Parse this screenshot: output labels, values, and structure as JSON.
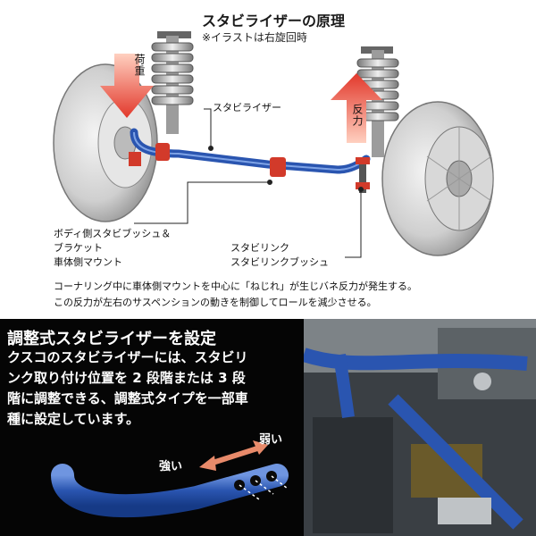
{
  "diagram": {
    "title": "スタビライザーの原理",
    "subtitle": "※イラストは右旋回時",
    "label_load": "荷重",
    "label_reaction": "反力",
    "label_stabilizer": "スタビライザー",
    "label_body_bush_1": "ボディ側スタビブッシュ＆",
    "label_body_bush_2": "ブラケット",
    "label_body_bush_3": "車体側マウント",
    "label_link_1": "スタビリンク",
    "label_link_2": "スタビリンクブッシュ",
    "note_1": "コーナリング中に車体側マウントを中心に「ねじれ」が生じバネ反力が発生する。",
    "note_2": "この反力が左右のサスペンションの動きを制御してロールを減少させる。"
  },
  "panel": {
    "title": "調整式スタビライザーを設定",
    "body_lines": [
      "クスコのスタビライザーには、スタビリ",
      "ンク取り付け位置を 2 段階または 3 段",
      "階に調整できる、調整式タイプを一部車",
      "種に設定しています。"
    ],
    "tag_strong": "強い",
    "tag_weak": "弱い"
  },
  "colors": {
    "stabilizer_blue": "#2a55b0",
    "bush_red": "#d23a2a",
    "arrow_red": "#e2382b",
    "panel_bg": "#050505"
  }
}
